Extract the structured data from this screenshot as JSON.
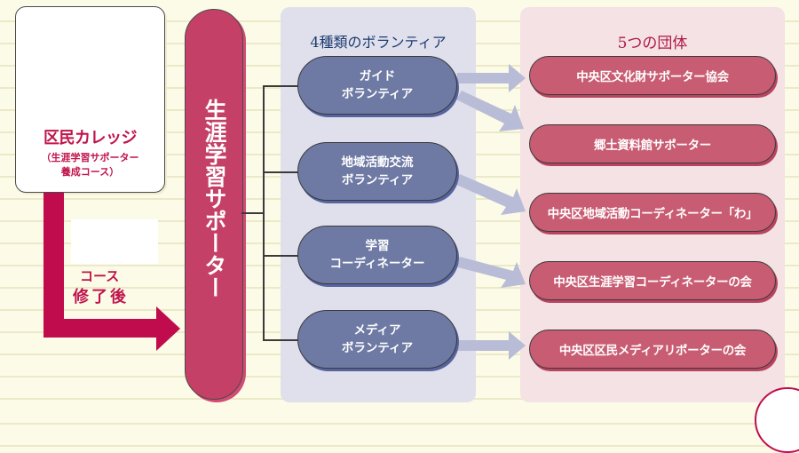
{
  "college": {
    "title": "区民カレッジ",
    "subtitle_line1": "（生涯学習サポーター",
    "subtitle_line2": "養成コース）"
  },
  "transition": {
    "line1": "コース",
    "line2": "修了後"
  },
  "supporter": {
    "label": "生涯学習サポーター"
  },
  "volunteers": {
    "title": "4種類のボランティア",
    "items": [
      {
        "line1": "ガイド",
        "line2": "ボランティア"
      },
      {
        "line1": "地域活動交流",
        "line2": "ボランティア"
      },
      {
        "line1": "学習",
        "line2": "コーディネーター"
      },
      {
        "line1": "メディア",
        "line2": "ボランティア"
      }
    ]
  },
  "organizations": {
    "title": "5つの団体",
    "items": [
      {
        "label": "中央区文化財サポーター協会"
      },
      {
        "label": "郷土資料館サポーター"
      },
      {
        "label": "中央区地域活動コーディネーター「わ」"
      },
      {
        "label": "中央区生涯学習コーディネーターの会"
      },
      {
        "label": "中央区区民メディアリポーターの会"
      }
    ]
  },
  "colors": {
    "crimson": "#c00c4c",
    "supporter_pill": "#c54066",
    "volunteer_pill": "#6e7aa4",
    "org_pill": "#c85c72",
    "volunteer_panel": "#e0e0ec",
    "org_panel": "#f4e2e4",
    "flow_arrow": "#b8bcd6",
    "background": "#fcfbe8"
  }
}
